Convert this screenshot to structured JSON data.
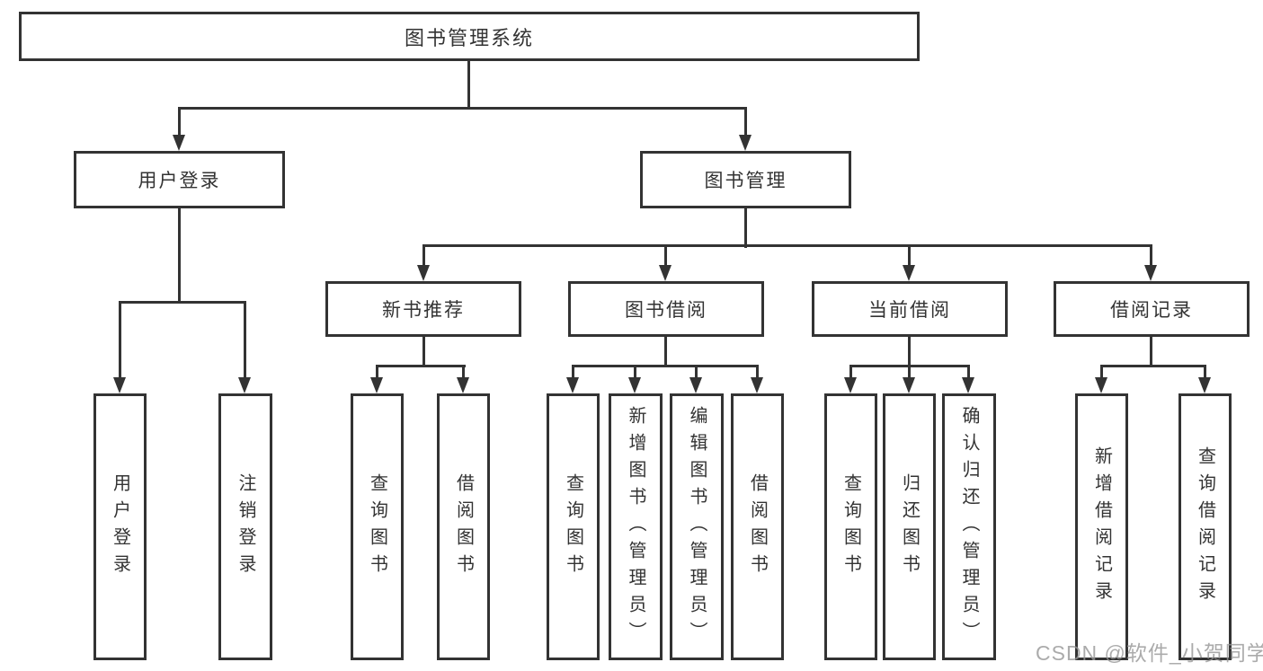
{
  "tree": {
    "root": "图书管理系统",
    "level2": [
      {
        "label": "用户登录",
        "leaves": [
          "用户登录",
          "注销登录"
        ]
      },
      {
        "label": "图书管理",
        "level3": [
          {
            "label": "新书推荐",
            "leaves": [
              "查询图书",
              "借阅图书"
            ]
          },
          {
            "label": "图书借阅",
            "leaves": [
              "查询图书",
              "新增图书（管理员）",
              "编辑图书（管理员）",
              "借阅图书"
            ]
          },
          {
            "label": "当前借阅",
            "leaves": [
              "查询图书",
              "归还图书",
              "确认归还（管理员）"
            ]
          },
          {
            "label": "借阅记录",
            "leaves": [
              "新增借阅记录",
              "查询借阅记录"
            ]
          }
        ]
      }
    ]
  },
  "watermark": {
    "text": "CSDN @软件_小贺同学"
  },
  "colors": {
    "line": "#333333",
    "box_border": "#333333",
    "text": "#333333",
    "watermark": "#969696",
    "background": "#ffffff"
  }
}
